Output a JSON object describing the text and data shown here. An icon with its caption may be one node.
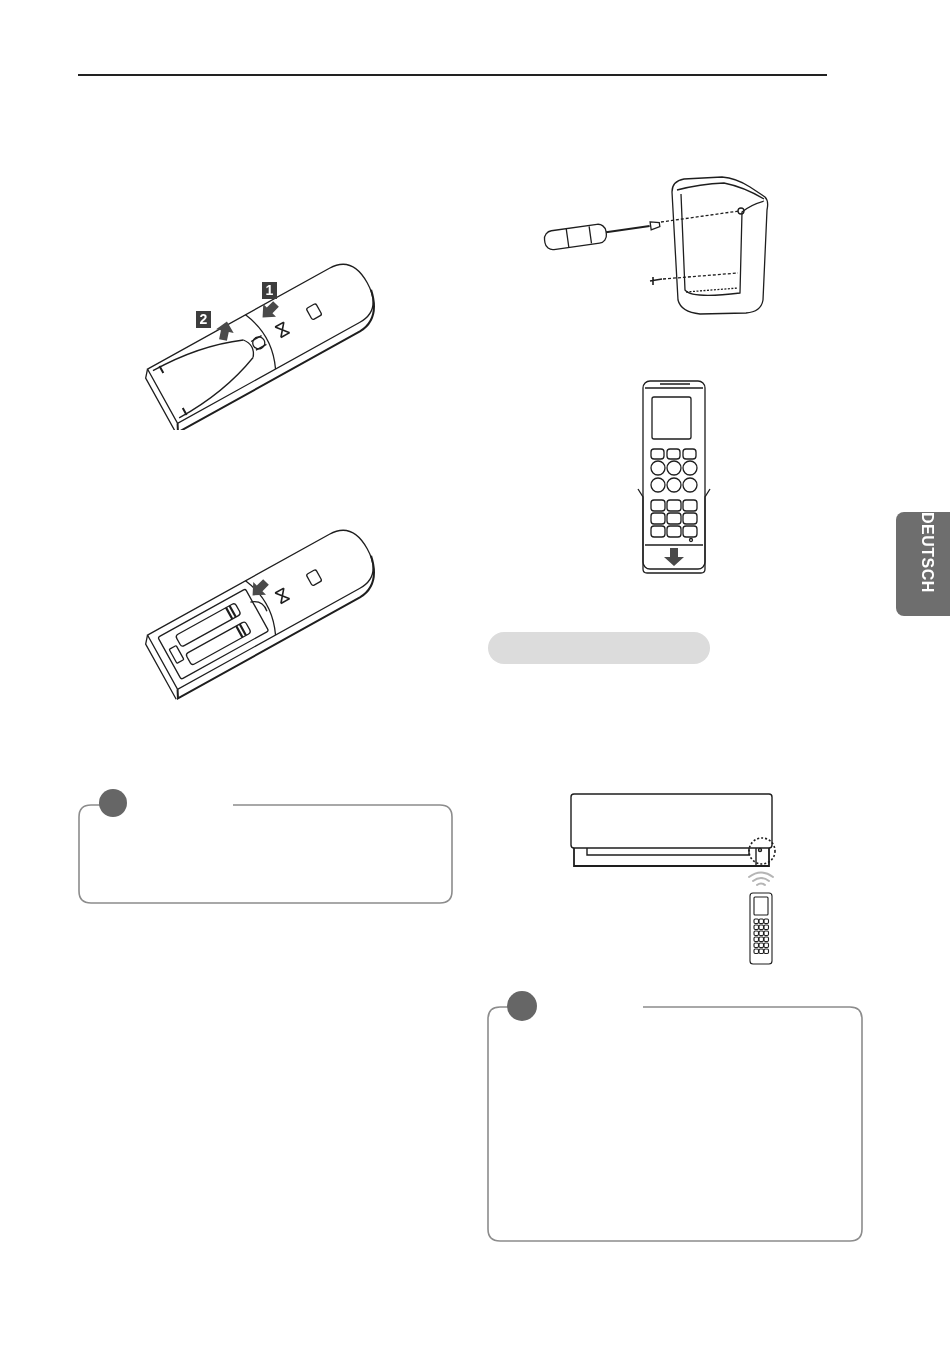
{
  "diagram": {
    "nodes": [
      {
        "text": [
          "DEUTSCH"
        ]
      },
      {
        "text": [],
        "shape": "bar"
      }
    ],
    "labels": [
      "1",
      "2"
    ]
  }
}
